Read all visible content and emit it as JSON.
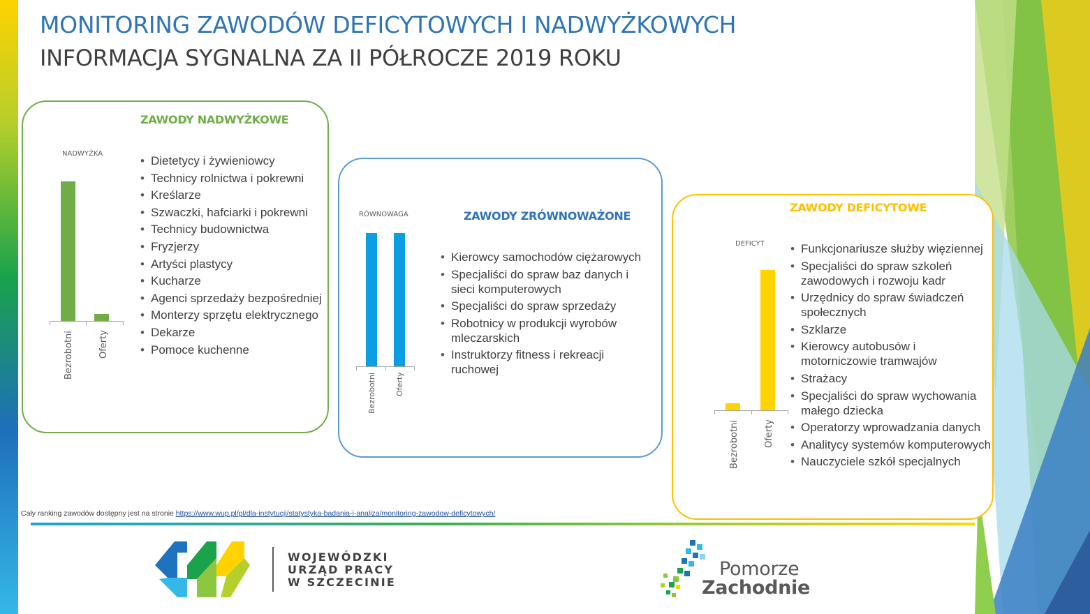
{
  "header": {
    "title": "MONITORING ZAWODÓW DEFICYTOWYCH I NADWYŻKOWYCH",
    "subtitle": "INFORMACJA SYGNALNA ZA II PÓŁROCZE 2019 ROKU"
  },
  "panels": [
    {
      "heading": "ZAWODY NADWYŻKOWE",
      "chart_label": "NADWYŻKA",
      "color": "#70ad47",
      "items": [
        "Dietetycy i żywieniowcy",
        "Technicy rolnictwa i pokrewni",
        "Kreślarze",
        "Szwaczki, hafciarki i pokrewni",
        "Technicy budownictwa",
        "Fryzjerzy",
        "Artyści plastycy",
        "Kucharze",
        "Agenci sprzedaży bezpośredniej",
        "Monterzy sprzętu elektrycznego",
        "Dekarze",
        "Pomoce kuchenne"
      ]
    },
    {
      "heading": "ZAWODY ZRÓWNOWAŻONE",
      "chart_label": "RÓWNOWAGA",
      "color": "#0b9ee3",
      "items": [
        "Kierowcy samochodów ciężarowych",
        "Specjaliści do spraw baz danych i sieci komputerowych",
        "Specjaliści do spraw sprzedaży",
        "Robotnicy w produkcji wyrobów mleczarskich",
        "Instruktorzy fitness i rekreacji ruchowej"
      ]
    },
    {
      "heading": "ZAWODY DEFICYTOWE",
      "chart_label": "DEFICYT",
      "color": "#ffd300",
      "items": [
        "Funkcjonariusze służby więziennej",
        "Specjaliści do spraw szkoleń zawodowych i rozwoju kadr",
        "Urzędnicy do spraw świadczeń społecznych",
        "Szklarze",
        "Kierowcy autobusów i motorniczowie tramwajów",
        "Strażacy",
        "Specjaliści do spraw wychowania małego dziecka",
        "Operatorzy wprowadzania danych",
        "Analitycy systemów komputerowych",
        "Nauczyciele szkół specjalnych"
      ]
    }
  ],
  "chart_data": [
    {
      "type": "bar",
      "title": "NADWYŻKA",
      "categories": [
        "Bezrobotni",
        "Oferty"
      ],
      "values": [
        100,
        5
      ],
      "ylim": [
        0,
        100
      ],
      "grid": false,
      "color": "#70ad47"
    },
    {
      "type": "bar",
      "title": "RÓWNOWAGA",
      "categories": [
        "Bezrobotni",
        "Oferty"
      ],
      "values": [
        100,
        100
      ],
      "ylim": [
        0,
        100
      ],
      "grid": false,
      "color": "#0b9ee3"
    },
    {
      "type": "bar",
      "title": "DEFICYT",
      "categories": [
        "Bezrobotni",
        "Oferty"
      ],
      "values": [
        5,
        100
      ],
      "ylim": [
        0,
        100
      ],
      "grid": false,
      "color": "#ffd300"
    }
  ],
  "footer": {
    "note": "Cały ranking zawodów dostępny jest na stronie",
    "link": "https://www.wup.pl/pl/dla-instytucji/statystyka-badania-i-analiza/monitoring-zawodow-deficytowych/",
    "logo1_line1": "WOJEWÓDZKI",
    "logo1_line2": "URZĄD PRACY",
    "logo1_line3": "W SZCZECINIE",
    "logo2_line1": "Pomorze",
    "logo2_line2": "Zachodnie"
  },
  "icons": [
    "wup-logo-icon",
    "pomorze-zachodnie-logo-icon"
  ]
}
